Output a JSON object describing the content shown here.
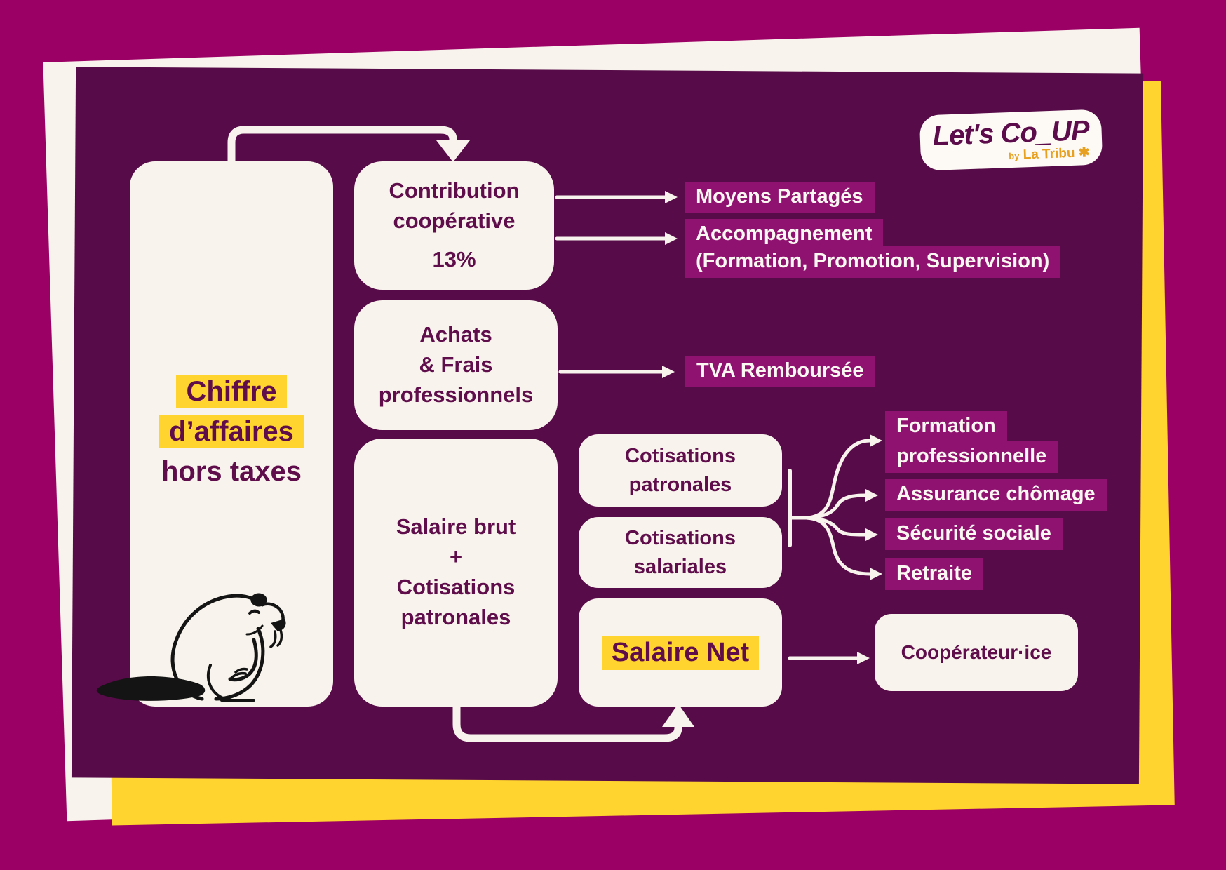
{
  "palette": {
    "page_bg": "#9b0064",
    "panel_bg": "#570b48",
    "card_cream": "#f8f3ec",
    "accent_yellow": "#ffd42e",
    "label_bg": "#8f1170",
    "text_dark_purple": "#5f0d4b",
    "label_text": "#fbf7f1",
    "brand_orange": "#e8a020"
  },
  "logo": {
    "title": "Let's Co_UP",
    "by": "by",
    "brand": "La Tribu",
    "hand_icon": "✱"
  },
  "nodes": {
    "revenue": {
      "lines": [
        "Chiffre",
        "d’affaires",
        "hors taxes"
      ]
    },
    "contribution": {
      "lines": [
        "Contribution",
        "coopérative"
      ],
      "percent": "13%"
    },
    "achats": {
      "lines": [
        "Achats",
        "& Frais",
        "professionnels"
      ]
    },
    "salaire_brut": {
      "lines": [
        "Salaire brut",
        "+",
        "Cotisations",
        "patronales"
      ]
    },
    "cotisations_patronales": {
      "lines": [
        "Cotisations",
        "patronales"
      ]
    },
    "cotisations_salariales": {
      "lines": [
        "Cotisations",
        "salariales"
      ]
    },
    "salaire_net": {
      "label": "Salaire Net"
    },
    "cooperateur": {
      "label": "Coopérateur·ice"
    }
  },
  "labels": {
    "moyens_partages": "Moyens Partagés",
    "accompagnement": "Accompagnement",
    "accompagnement_detail": "(Formation, Promotion, Supervision)",
    "tva_remboursee": "TVA Remboursée",
    "formation_line1": "Formation",
    "formation_line2": "professionnelle",
    "assurance_chomage": "Assurance chômage",
    "securite_sociale": "Sécurité sociale",
    "retraite": "Retraite"
  }
}
